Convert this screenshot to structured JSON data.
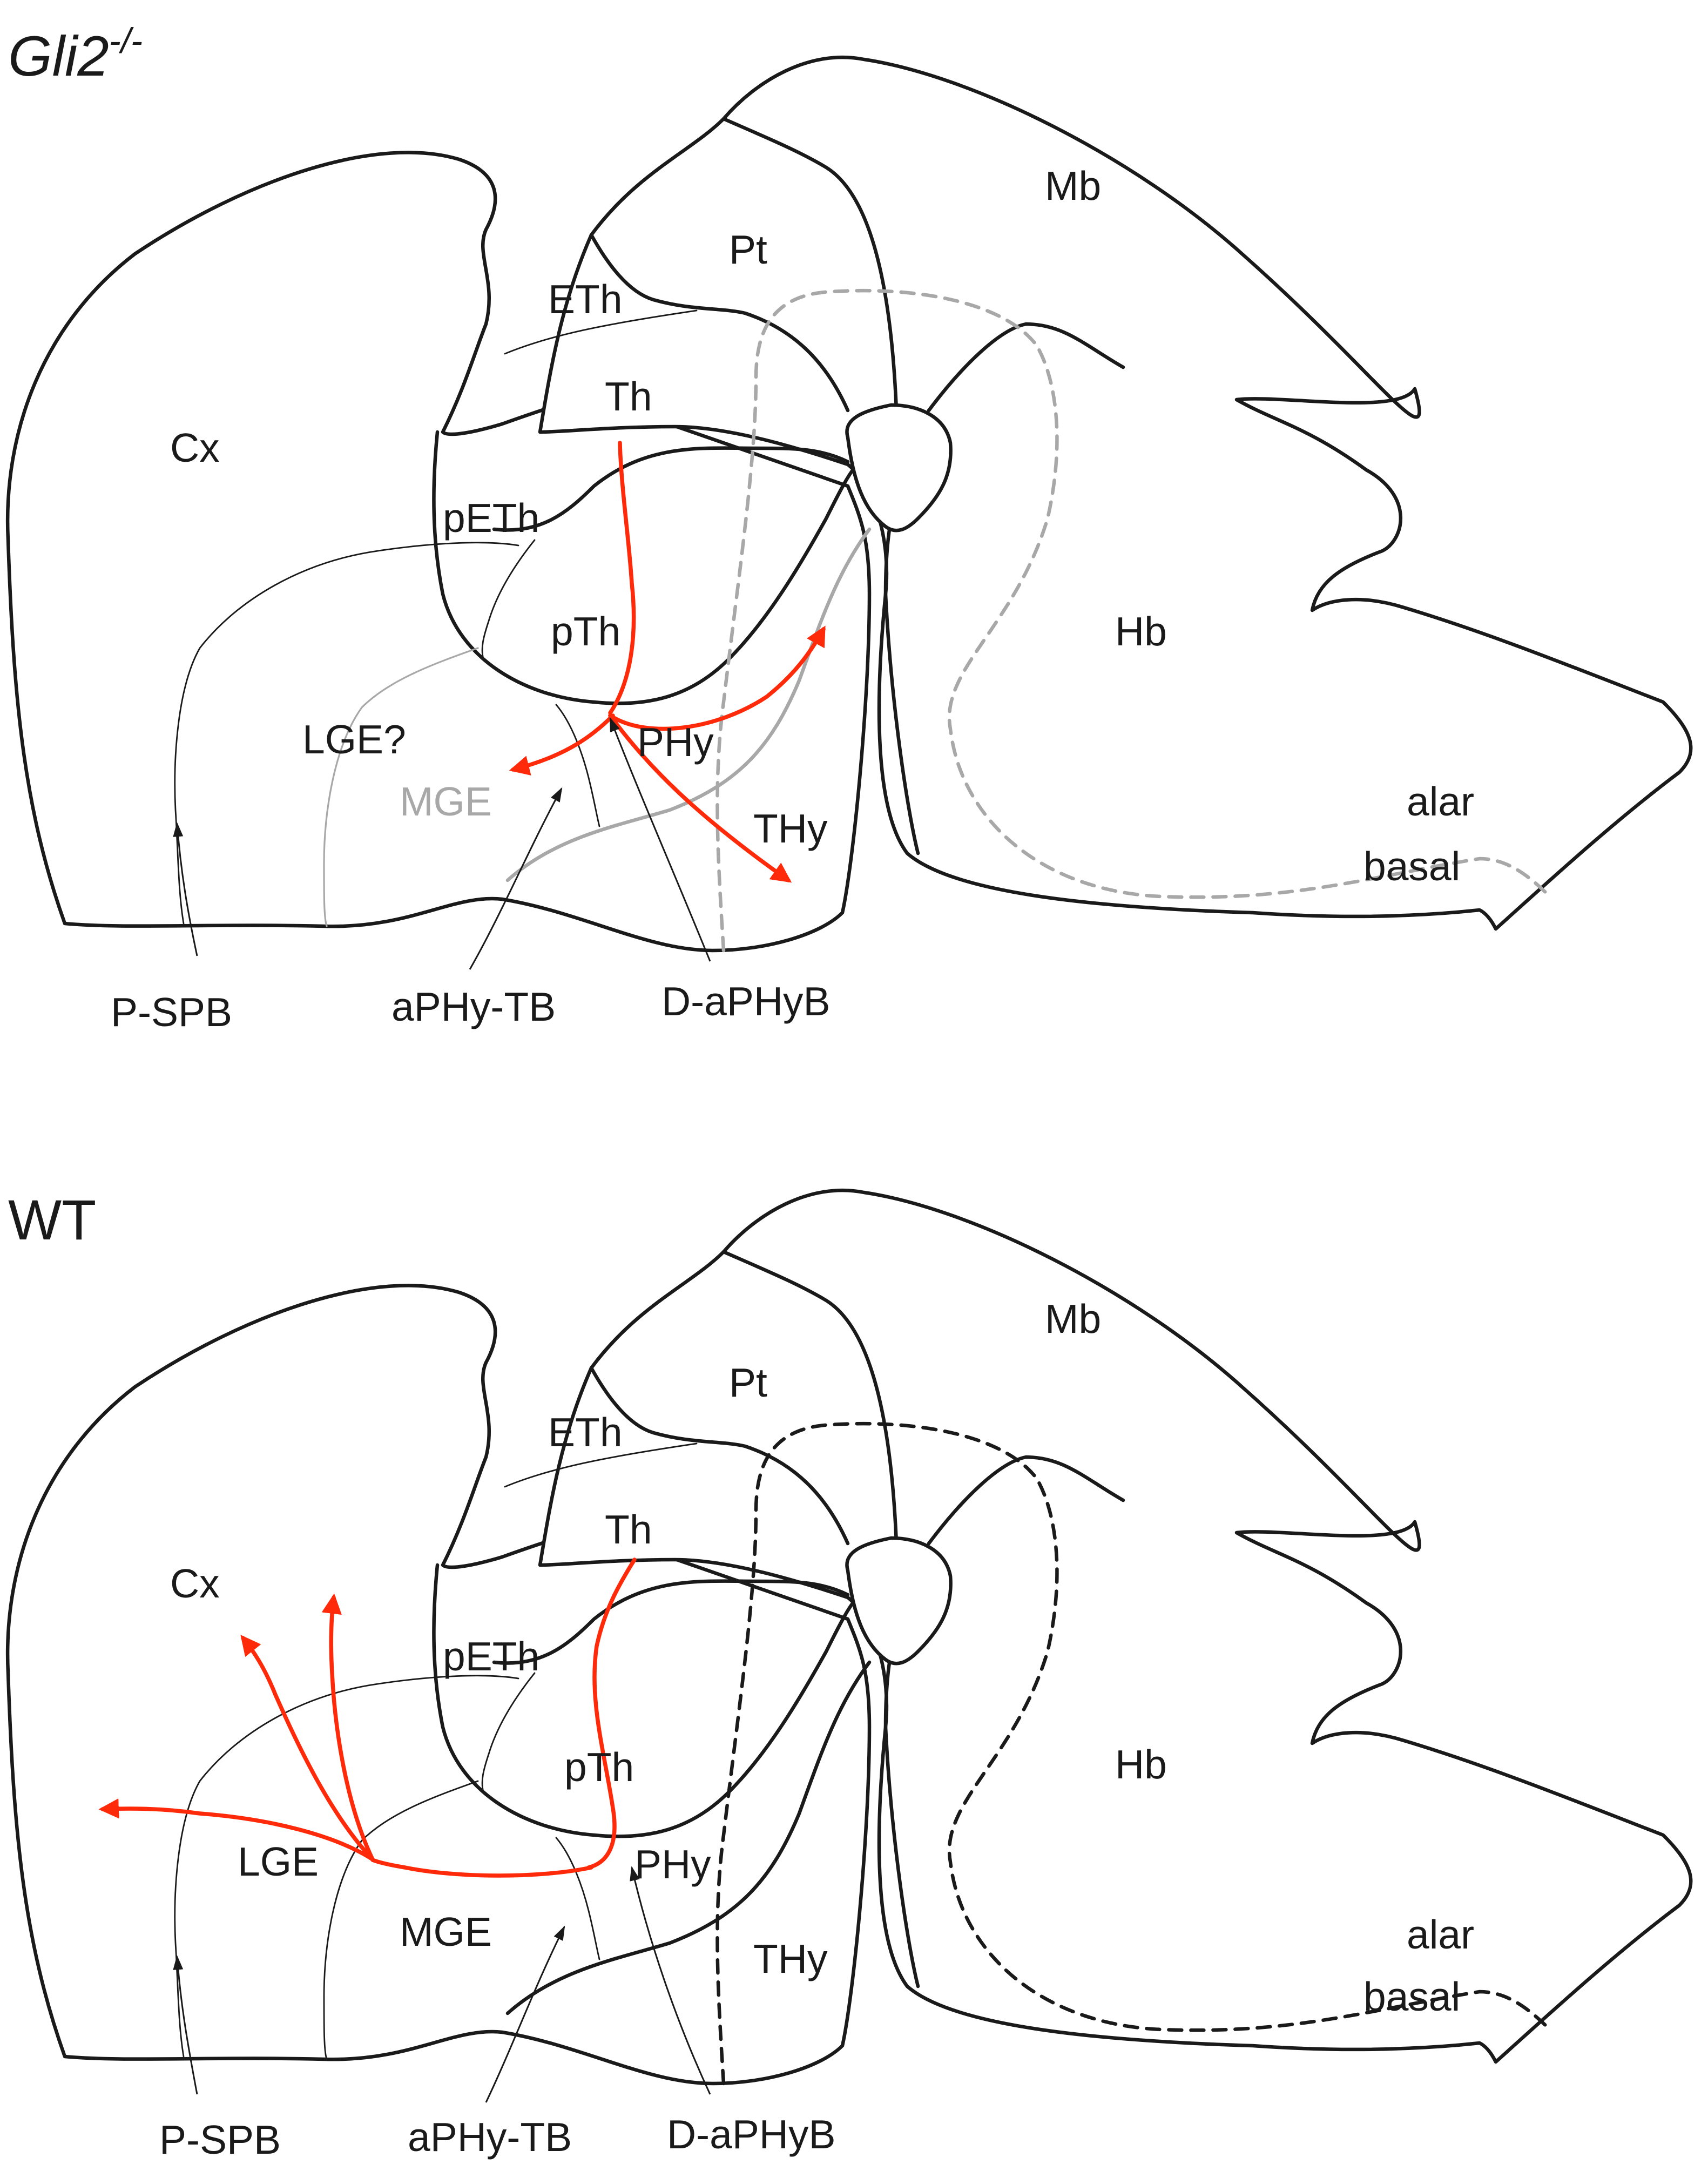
{
  "panels": {
    "mutant": {
      "title": "Gli2",
      "title_sup": "-/-",
      "labels": {
        "mb": "Mb",
        "pt": "Pt",
        "eth": "ETh",
        "th": "Th",
        "cx": "Cx",
        "peth": "pETh",
        "pth": "pTh",
        "lge": "LGE?",
        "mge": "MGE",
        "phy": "PHy",
        "thy": "THy",
        "hb": "Hb",
        "alar": "alar",
        "basal": "basal",
        "pspb": "P-SPB",
        "aphytb": "aPHy-TB",
        "daphyb": "D-aPHyB"
      }
    },
    "wt": {
      "title": "WT",
      "labels": {
        "mb": "Mb",
        "pt": "Pt",
        "eth": "ETh",
        "th": "Th",
        "cx": "Cx",
        "peth": "pETh",
        "pth": "pTh",
        "lge": "LGE",
        "mge": "MGE",
        "phy": "PHy",
        "thy": "THy",
        "hb": "Hb",
        "alar": "alar",
        "basal": "basal",
        "pspb": "P-SPB",
        "aphytb": "aPHy-TB",
        "daphyb": "D-aPHyB"
      }
    }
  },
  "colors": {
    "axon": "#ff2a0a",
    "outline": "#1a1a1a",
    "mutant_boundary": "#a8a8a8"
  }
}
